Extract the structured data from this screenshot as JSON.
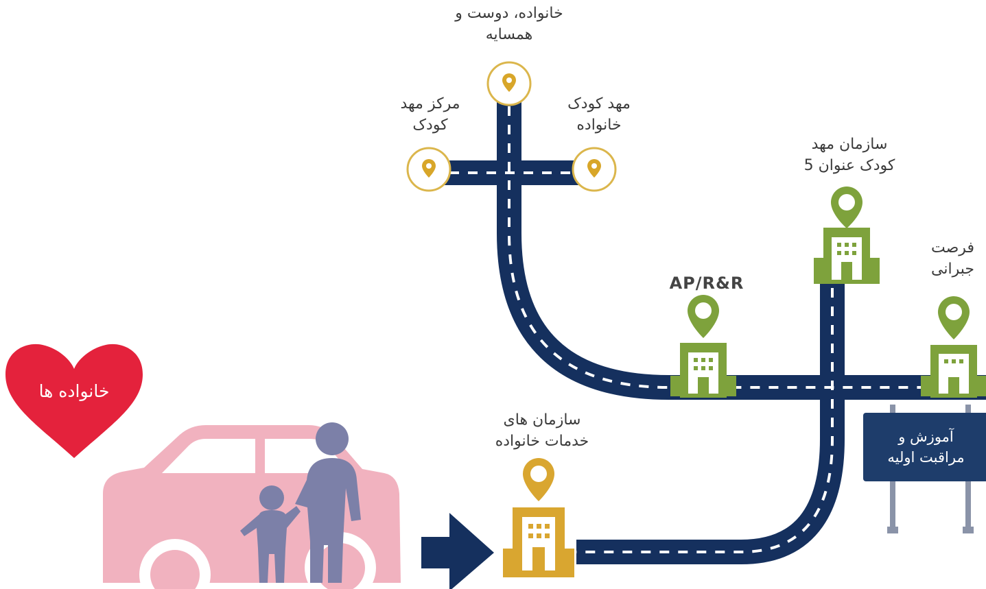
{
  "labels": {
    "family_friend_neighbor": [
      "خانواده، دوست و",
      "همسایه"
    ],
    "child_care_center": [
      "مرکز مهد",
      "کودک"
    ],
    "family_child_care": [
      "مهد کودک",
      "خانواده"
    ],
    "title5_agency": [
      "سازمان مهد",
      "کودک عنوان 5"
    ],
    "compensatory": [
      "فرصت",
      "جبرانی"
    ],
    "ap_rr": "AP/R&R",
    "family_services": [
      "سازمان های",
      "خدمات خانواده"
    ]
  },
  "heart_label": "خانواده ها",
  "sign_label": [
    "آموزش و",
    "مراقبت اولیه"
  ],
  "icons": [
    "map-pin-icon",
    "building-pin-icon",
    "heart-icon",
    "car-icon",
    "parent-child-icon",
    "arrow-right-icon",
    "signpost-icon"
  ],
  "colors": {
    "road": "#15305e",
    "pin_gold": "#d8a629",
    "building_green": "#7ea23c",
    "building_gold": "#d9a630",
    "heart": "#e4223c",
    "car": "#f1b2bf",
    "people": "#7c80a8",
    "sign": "#1e3d6b"
  }
}
